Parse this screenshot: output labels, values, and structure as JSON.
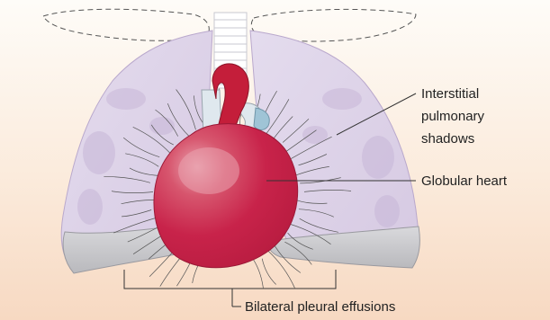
{
  "labels": {
    "interstitial_line1": "Interstitial",
    "interstitial_line2": "pulmonary",
    "interstitial_line3": "shadows",
    "globular_heart": "Globular heart",
    "bilateral_effusions": "Bilateral pleural effusions"
  },
  "colors": {
    "background_top": "#fefcf8",
    "background_bottom": "#f7d9c2",
    "lung_fill": "#dcd0e6",
    "lung_edge": "#b9a8cc",
    "heart": "#c8234a",
    "heart_highlight": "#e596a4",
    "aorta": "#c41e3a",
    "vessel": "#dfe8ee",
    "effusion": "#c9c9cc",
    "trachea": "#ffffff",
    "leader_line": "#333333"
  }
}
